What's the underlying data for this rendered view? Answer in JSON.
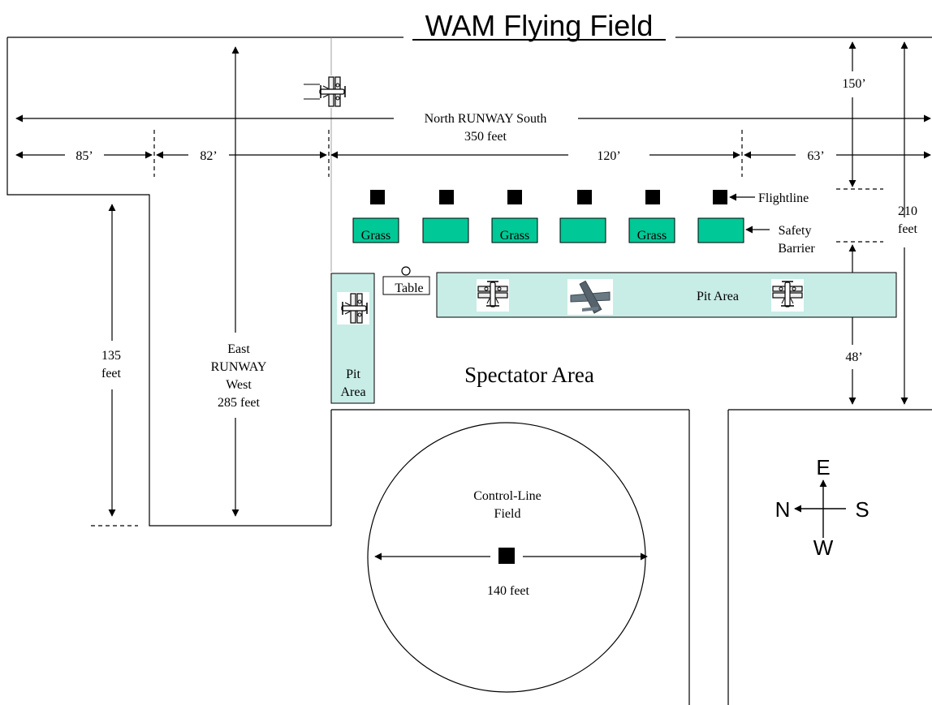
{
  "title": "WAM Flying Field",
  "labels": {
    "north_south_runway_line1": "North  RUNWAY  South",
    "north_south_runway_line2": "350 feet",
    "dim_85": "85’",
    "dim_82": "82’",
    "dim_120": "120’",
    "dim_63": "63’",
    "dim_150": "150’",
    "dim_210_line1": "210",
    "dim_210_line2": "feet",
    "dim_135_line1": "135",
    "dim_135_line2": "feet",
    "dim_48": "48’",
    "east_west_runway": [
      "East",
      "RUNWAY",
      "West",
      "285 feet"
    ],
    "flightline": "Flightline",
    "safety_barrier_line1": "Safety",
    "safety_barrier_line2": "Barrier",
    "grass": "Grass",
    "table": "Table",
    "pit_area": "Pit Area",
    "pit_area_small_line1": "Pit",
    "pit_area_small_line2": "Area",
    "spectator_area": "Spectator Area",
    "control_line_line1": "Control-Line",
    "control_line_line2": "Field",
    "control_line_diameter": "140 feet",
    "compass": {
      "north": "N",
      "south": "S",
      "east": "E",
      "west": "W"
    }
  },
  "colors": {
    "barrier_fill": "#00c896",
    "pit_fill": "#c8ece6"
  },
  "icons": [
    "biplane-icon",
    "fighter-plane-icon"
  ]
}
